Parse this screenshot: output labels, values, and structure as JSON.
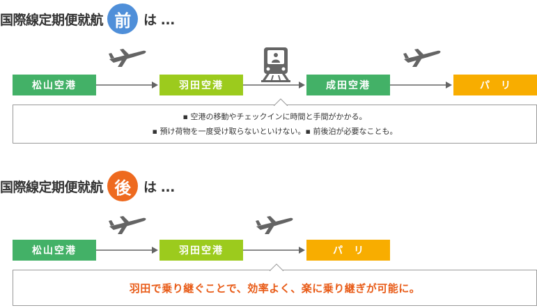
{
  "before": {
    "heading_prefix": "国際線定期便就航",
    "badge": "前",
    "heading_suffix": "は ...",
    "stops": [
      "松山空港",
      "羽田空港",
      "成田空港",
      "パリ"
    ],
    "note_lines": [
      "▪ 空港の移動やチェックインに時間と手間がかかる。",
      "▪ 預け荷物を一度受け取らないといけない。▪ 前後泊が必要なことも。"
    ]
  },
  "after": {
    "heading_prefix": "国際線定期便就航",
    "badge": "後",
    "heading_suffix": "は ...",
    "stops": [
      "松山空港",
      "羽田空港",
      "パリ"
    ],
    "note_text": "羽田で乗り継ぐことで、効率よく、楽に乗り継ぎが可能に。"
  },
  "colors": {
    "green": "#43b167",
    "lime": "#9ccb1d",
    "yellow": "#f8ad00",
    "badge_before": "#4f8fd9",
    "badge_after": "#ee6a1f",
    "highlight_text": "#e85b17",
    "icon_gray": "#646464"
  },
  "icons": [
    "airplane-icon",
    "train-icon"
  ]
}
